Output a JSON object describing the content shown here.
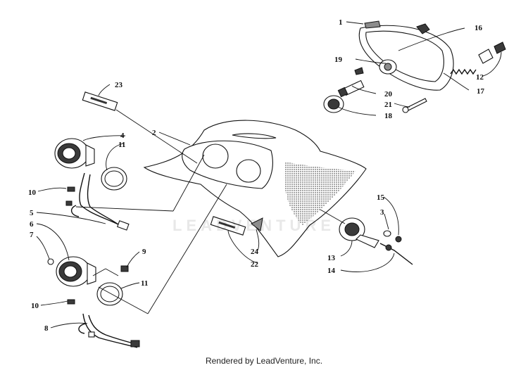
{
  "watermark": "LEADVENTURE",
  "footer": "Rendered by LeadVenture, Inc.",
  "callouts": [
    {
      "id": "c1",
      "text": "1"
    },
    {
      "id": "c16",
      "text": "16"
    },
    {
      "id": "c19",
      "text": "19"
    },
    {
      "id": "c12",
      "text": "12"
    },
    {
      "id": "c20",
      "text": "20"
    },
    {
      "id": "c17",
      "text": "17"
    },
    {
      "id": "c21",
      "text": "21"
    },
    {
      "id": "c18",
      "text": "18"
    },
    {
      "id": "c23",
      "text": "23"
    },
    {
      "id": "c2",
      "text": "2"
    },
    {
      "id": "c4",
      "text": "4"
    },
    {
      "id": "c11a",
      "text": "11"
    },
    {
      "id": "c10a",
      "text": "10"
    },
    {
      "id": "c5",
      "text": "5"
    },
    {
      "id": "c6",
      "text": "6"
    },
    {
      "id": "c7",
      "text": "7"
    },
    {
      "id": "c9",
      "text": "9"
    },
    {
      "id": "c11b",
      "text": "11"
    },
    {
      "id": "c10b",
      "text": "10"
    },
    {
      "id": "c8",
      "text": "8"
    },
    {
      "id": "c15",
      "text": "15"
    },
    {
      "id": "c3",
      "text": "3"
    },
    {
      "id": "c13",
      "text": "13"
    },
    {
      "id": "c14",
      "text": "14"
    },
    {
      "id": "c24",
      "text": "24"
    },
    {
      "id": "c22",
      "text": "22"
    }
  ]
}
